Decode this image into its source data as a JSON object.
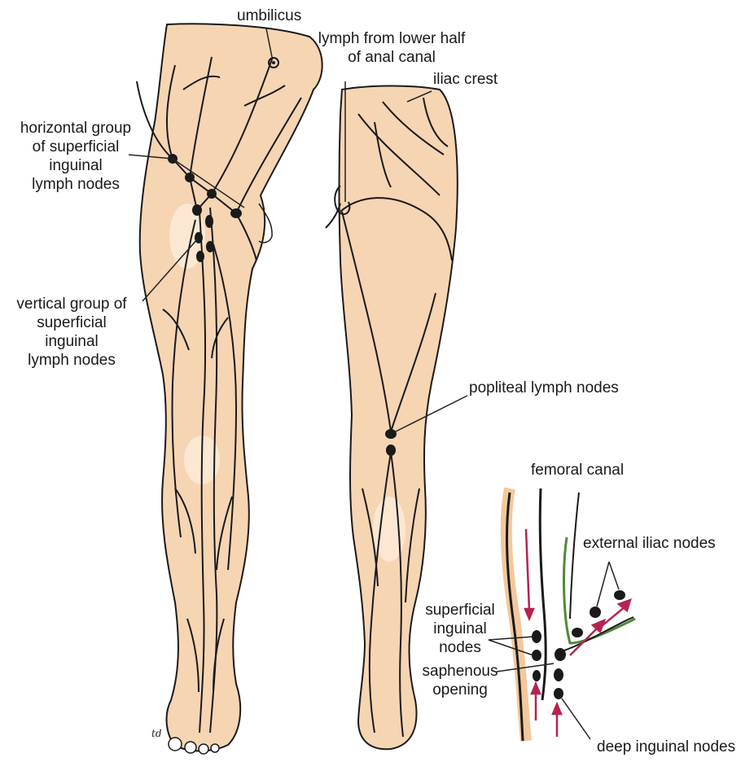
{
  "labels": {
    "umbilicus": "umbilicus",
    "lymph_lower_anal": [
      "lymph from lower half",
      "of anal canal"
    ],
    "iliac_crest": "iliac crest",
    "horizontal_group": [
      "horizontal group",
      "of superficial",
      "inguinal",
      "lymph nodes"
    ],
    "vertical_group": [
      "vertical group of",
      "superficial",
      "inguinal",
      "lymph nodes"
    ],
    "popliteal": "popliteal lymph nodes",
    "femoral_canal": "femoral canal",
    "external_iliac": "external iliac nodes",
    "superficial_inguinal": [
      "superficial",
      "inguinal",
      "nodes"
    ],
    "saphenous_opening": [
      "saphenous",
      "opening"
    ],
    "deep_inguinal": "deep inguinal nodes"
  },
  "artist_initials": "td",
  "colors": {
    "skin": "#f6d5b3",
    "skin_shadow": "#efc7a0",
    "outline": "#1a1a1a",
    "arrow": "#b5244f",
    "green_vessel": "#4e8a3a",
    "line": "#222222"
  }
}
